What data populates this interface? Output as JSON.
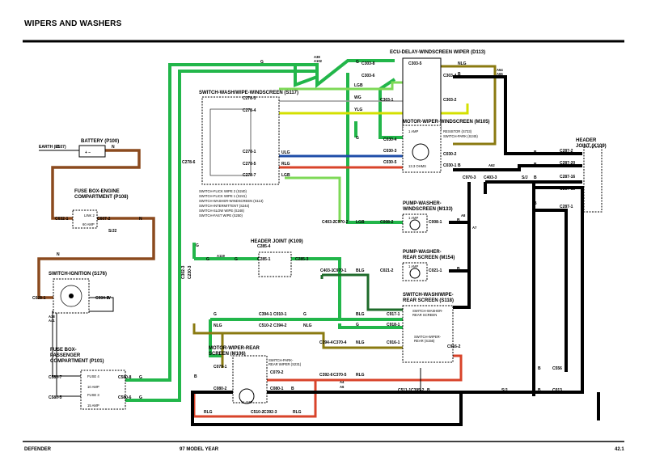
{
  "header": {
    "title": "WIPERS AND WASHERS"
  },
  "footer": {
    "left": "DEFENDER",
    "center": "97 MODEL YEAR",
    "right": "42.1"
  },
  "components": {
    "earth": "EARTH (E107)",
    "battery": "BATTERY (P100)",
    "fuse_engine": [
      "FUSE BOX-ENGINE",
      "COMPARTMENT (P108)"
    ],
    "link2": "LINK 2",
    "link2_amp": "60 AMP",
    "ignition": "SWITCH-IGNITION (S176)",
    "fuse_pass": [
      "FUSE BOX-",
      "PASSENGER",
      "COMPARTMENT (P101)"
    ],
    "fuse4": "FUSE 4",
    "fuse4_amp": "10 AMP",
    "fuse3": "FUSE 3",
    "fuse3_amp": "15 AMP",
    "switch_front": "SWITCH-WASH/WIPE-WINDSCREEN (S117)",
    "switch_front_legend": [
      "SWITCH-FLICK WIPE 2 (S240)",
      "SWITCH-FLICK WIPE 1 (S241)",
      "SWITCH-WASHER-WINDSCREEN (S113)",
      "SWITCH-INTERMITTENT (S244)",
      "SWITCH-SLOW WIPE (S248)",
      "SWITCH-FAST WIPE (S250)"
    ],
    "ecu": "ECU-DELAY-WINDSCREEN WIPER (D113)",
    "motor_front": "MOTOR-WIPER-WINDSCREEN (M105)",
    "motor_front_amp": "1 AMP",
    "resistor": "RESISTOR (S733)",
    "switch_park": "SWITCH-PARK (S245)",
    "ohms": "13.3 OHMS",
    "header_k109_top": [
      "HEADER",
      "JOINT (K109)"
    ],
    "pump_front": [
      "PUMP-WASHER-",
      "WINDSCREEN (M133)"
    ],
    "pump_front_amp": "1 AMP",
    "pump_rear": [
      "PUMP-WASHER-",
      "REAR SCREEN (M154)"
    ],
    "pump_rear_amp": "1 AMP",
    "header_k109_mid": "HEADER JOINT (K109)",
    "switch_rear": [
      "SWITCH-WASH/WIPE-",
      "REAR SCREEN (S118)"
    ],
    "switch_rear_washer": [
      "SWITCH-WASHER-",
      "REAR SCREEN"
    ],
    "switch_rear_wiper": [
      "SWITCH-WIPER-",
      "REAR (S156)"
    ],
    "motor_rear": [
      "MOTOR-WIPER-REAR",
      "SCREEN (M106)"
    ],
    "motor_rear_amp": "1 AMP",
    "switch_park_rear": [
      "SWITCH-PARK-",
      "REAR WIPER (S231)"
    ]
  },
  "wire_labels": {
    "g": "G",
    "b": "B",
    "n": "N",
    "w": "W",
    "lgb": "LGB",
    "wg": "WG",
    "ylg": "YLG",
    "ulg": "ULG",
    "rlg": "RLG",
    "nlg": "NLG",
    "blg": "BLG",
    "sj": "S/J",
    "sj2": "S/J2"
  },
  "connectors": {
    "c303_8": "C303-8",
    "c303_5": "C303-5",
    "c303_6": "C303-6",
    "c303_4": "C303-4",
    "c303_1": "C303-1",
    "c303_2": "C303-2",
    "c278_3": "C278-3",
    "c278_4": "C278-4",
    "c278_1": "C278-1",
    "c278_5": "C278-5",
    "c278_7": "C278-7",
    "c278_6": "C278-6",
    "c030_4": "C030-4",
    "c030_3": "C030-3",
    "c030_5": "C030-5",
    "c030_2": "C030-2",
    "c030_1": "C030-1",
    "c287_2": "C287-2",
    "c287_20": "C287-20",
    "c287_16": "C287-16",
    "c287_15": "C287-15",
    "c287_1": "C287-1",
    "c970_3": "C970-3",
    "c403_3": "C403-3",
    "c632_1": "C632-1",
    "c607_2": "C607-2",
    "c403_2": "C403-2",
    "c970_2": "C970-2",
    "c008_2": "C008-2",
    "c008_1": "C008-1",
    "c285_4": "C285-4",
    "c285_1": "C285-1",
    "c285_3": "C285-3",
    "c403_1": "C403-1",
    "c970_1": "C970-1",
    "c021_2": "C021-2",
    "c021_1": "C021-1",
    "c028_1": "C028-1",
    "c084_1": "C084-1",
    "c917_1": "C917-1",
    "c918_1": "C918-1",
    "c916_1": "C916-1",
    "c916_2": "C916-2",
    "c394_1": "C394-1",
    "c010_1": "C010-1",
    "c510_2": "C510-2",
    "c394_2": "C394-2",
    "c394_4": "C394-4",
    "c370_4": "C370-4",
    "c079_1": "C079-1",
    "c079_2": "C079-2",
    "c080_2": "C080-2",
    "c080_1": "C080-1",
    "c392_6": "C392-6",
    "c370_5": "C370-5",
    "c392_3": "C392-3",
    "c511_1": "C511-1",
    "c395_2": "C395-2",
    "c580_7": "C580-7",
    "c580_8": "C580-8",
    "c580_5": "C580-5",
    "c580_6": "C580-6",
    "c556": "C556",
    "c013": "C013",
    "c302_3": "C302-3",
    "c230_3": "C230-3"
  },
  "splices": {
    "a38": "A38",
    "a102": "A102",
    "a64": "A64",
    "a65": "A65",
    "a62": "A62",
    "a7": "A7",
    "a8": "A8",
    "a119": "A119",
    "a41": "A41",
    "a4": "A4",
    "a6": "A6"
  },
  "colors": {
    "green": "#22b64a",
    "brown": "#8b4a1e",
    "black": "#000000",
    "yellow_green": "#d4e000",
    "blue": "#1f4ea8",
    "red": "#d8432a",
    "olive": "#8a7a10"
  }
}
